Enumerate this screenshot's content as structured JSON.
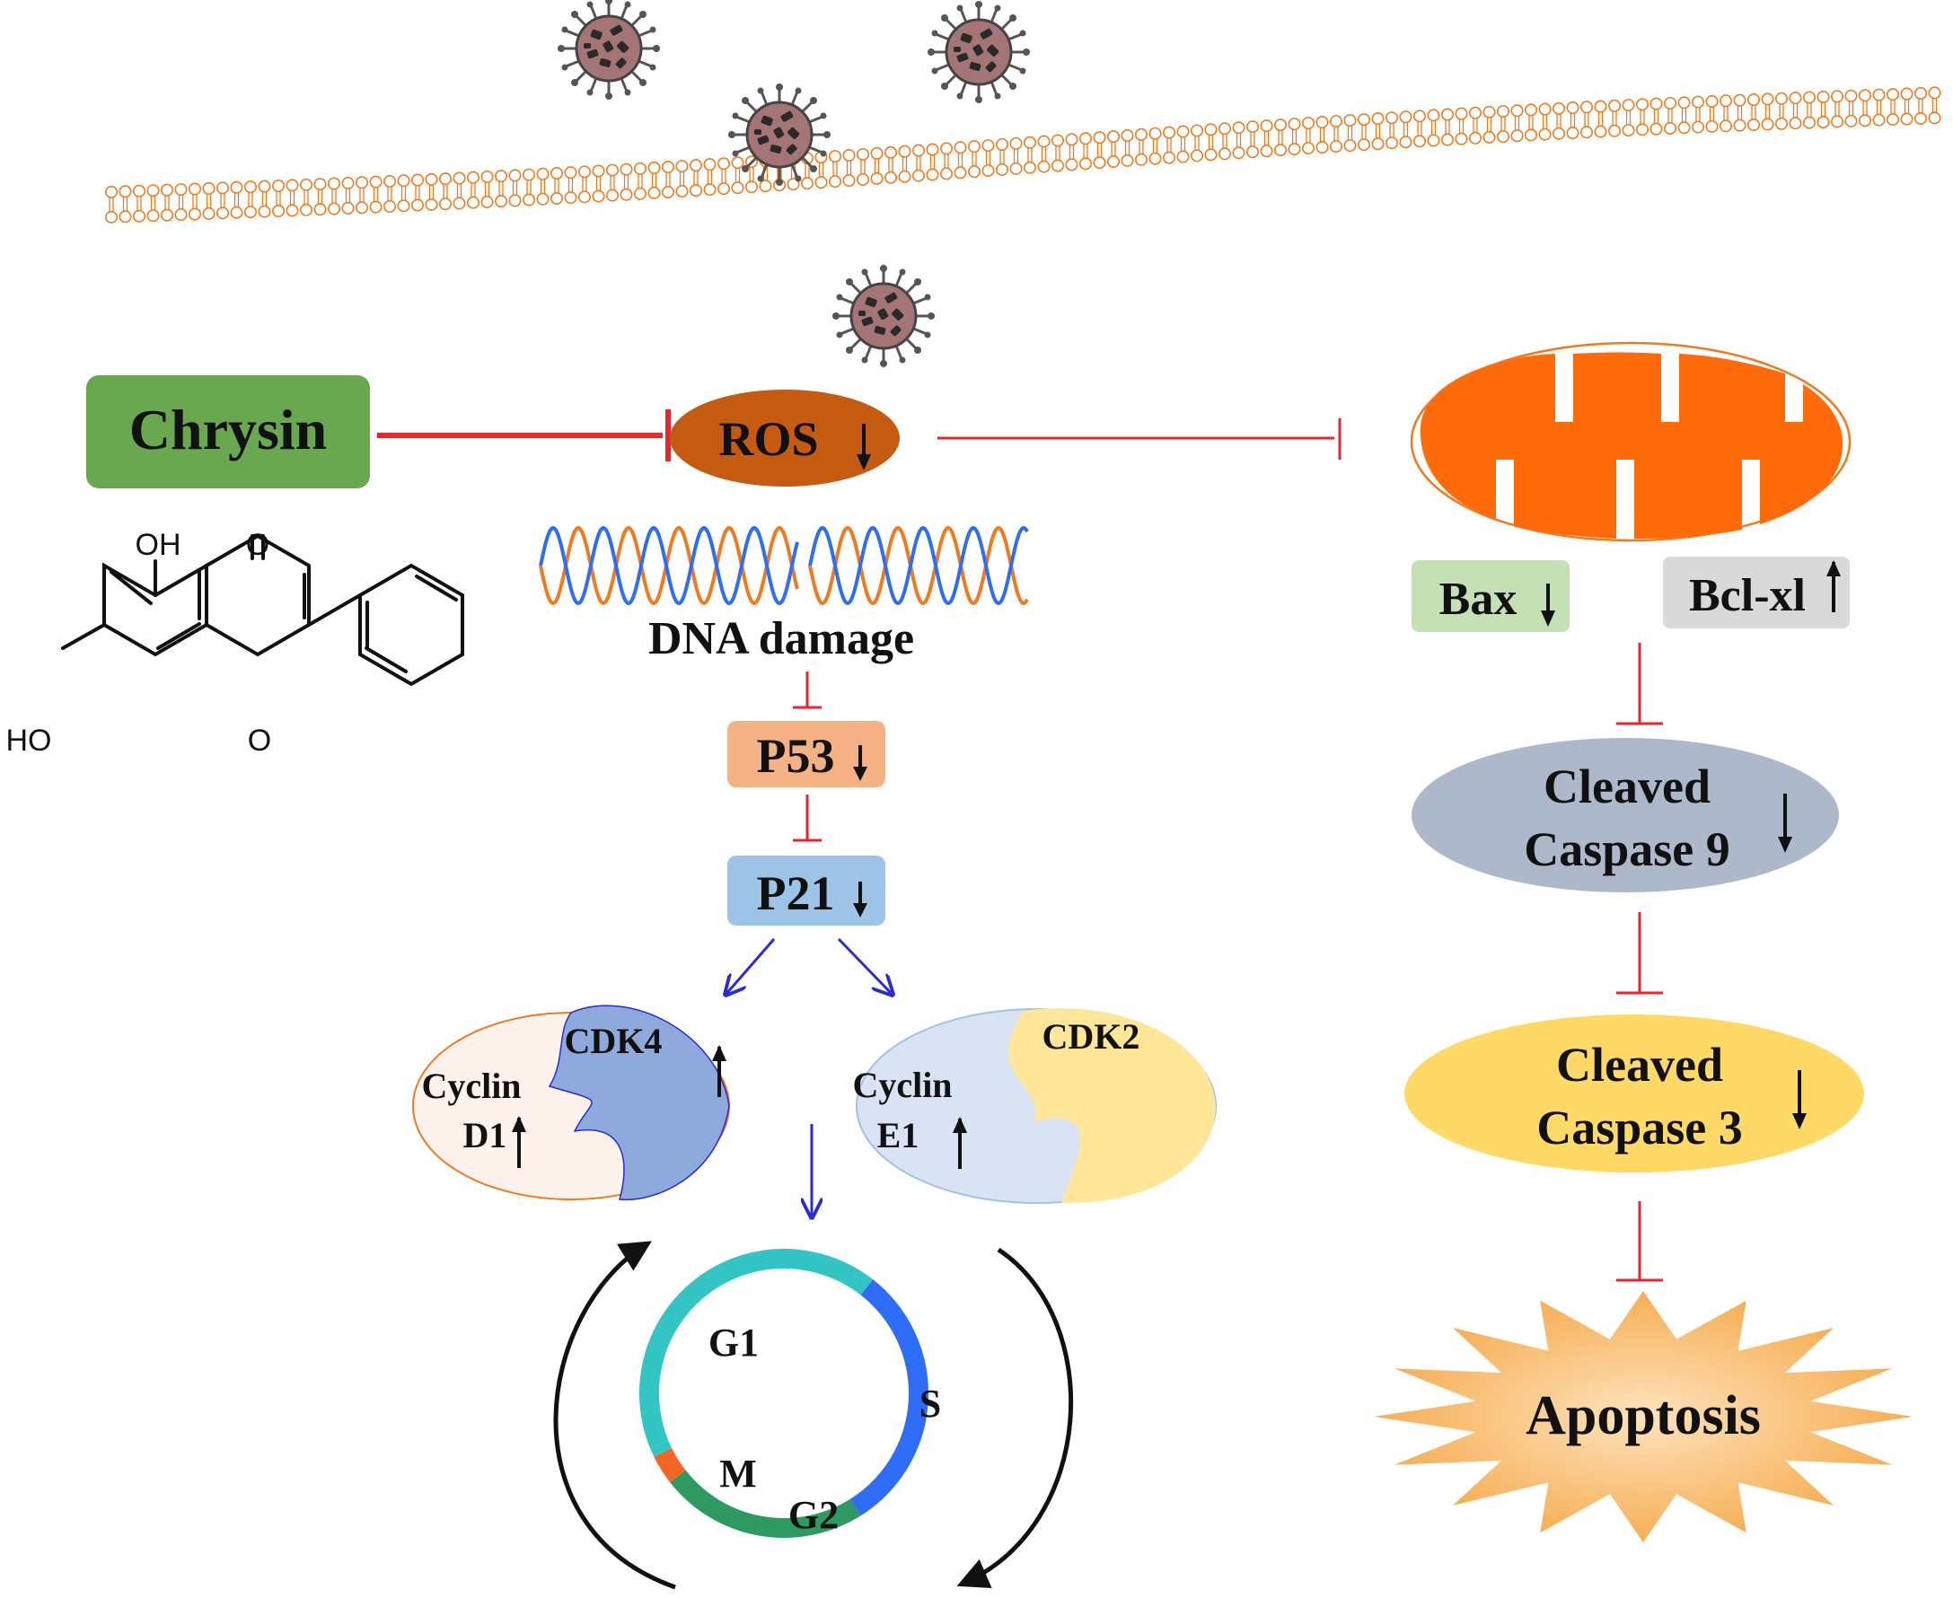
{
  "labels": {
    "chrysin": "Chrysin",
    "ros": "ROS",
    "dna_damage": "DNA damage",
    "p53": "P53",
    "p21": "P21",
    "cdk4": "CDK4",
    "cyclin_d1_line1": "Cyclin",
    "cyclin_d1_line2": "D1",
    "cdk2": "CDK2",
    "cyclin_e1_line1": "Cyclin",
    "cyclin_e1_line2": "E1",
    "bax": "Bax",
    "bcl_xl": "Bcl-xl",
    "caspase9_line1": "Cleaved",
    "caspase9_line2": "Caspase 9",
    "caspase3_line1": "Cleaved",
    "caspase3_line2": "Caspase 3",
    "apoptosis": "Apoptosis"
  },
  "cell_cycle": {
    "g1": "G1",
    "s": "S",
    "m": "M",
    "g2": "G2"
  },
  "chem_structure": {
    "oh_top": "OH",
    "oxo": "O",
    "ho_left": "HO",
    "ring_o": "O"
  },
  "colors": {
    "inhibit": "#e8262b",
    "activate": "#2a2ad6",
    "membrane": "#f07a1e",
    "chrysin_box": "#6aa84f",
    "ros": "#c55a11",
    "p53_box": "#f4b183",
    "p21_box": "#9dc3e6",
    "mito": "#ff6a0b",
    "bax_box": "#c5e0b4",
    "bclxl_box": "#d9d9d9",
    "caspase9": "#adb9ca",
    "caspase3": "#ffd966",
    "apoptosis": "#f8c07b",
    "g1": "#33c4c4",
    "s": "#2e6df7",
    "g2": "#2e9960",
    "m": "#f26522"
  },
  "icons": {
    "virus": "virus-icon",
    "up": "up-arrow-icon",
    "down": "down-arrow-icon"
  }
}
